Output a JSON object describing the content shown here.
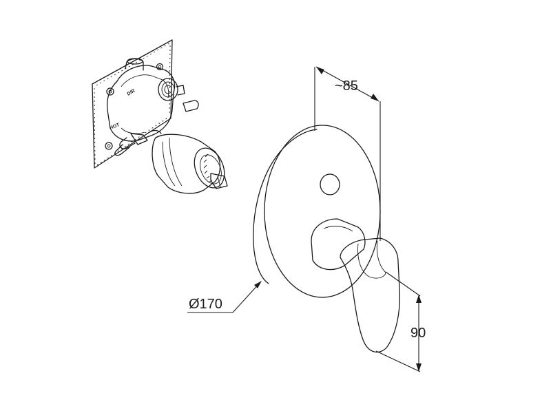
{
  "dimensions": {
    "depth": "~85",
    "diameter": "Ø170",
    "height": "90"
  },
  "valve_labels": {
    "left": "HOT",
    "top": "D/R"
  }
}
